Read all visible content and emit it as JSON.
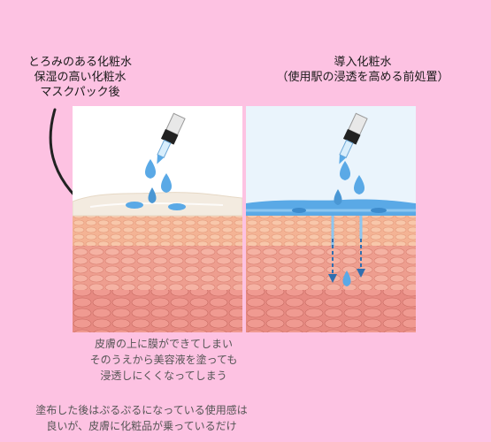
{
  "left_caption": [
    "とろみのある化粧水",
    "保湿の高い化粧水",
    "マスクパック後"
  ],
  "right_caption": [
    "導入化粧水",
    "（使用駅の浸透を高める前処置）"
  ],
  "desc_1": [
    "皮膚の上に膜ができてしまい",
    "そのうえから美容液を塗っても",
    "浸透しにくくなってしまう"
  ],
  "desc_2": [
    "塗布した後はぷるぷるになっている使用感は",
    "良いが、皮膚に化粧品が乗っているだけ"
  ],
  "colors": {
    "background": "#fdc2e2",
    "film": "#f3ebe0",
    "water": "#5aa9e6",
    "skin_top": "#f5b08f",
    "skin_deep": "#e8877f"
  }
}
